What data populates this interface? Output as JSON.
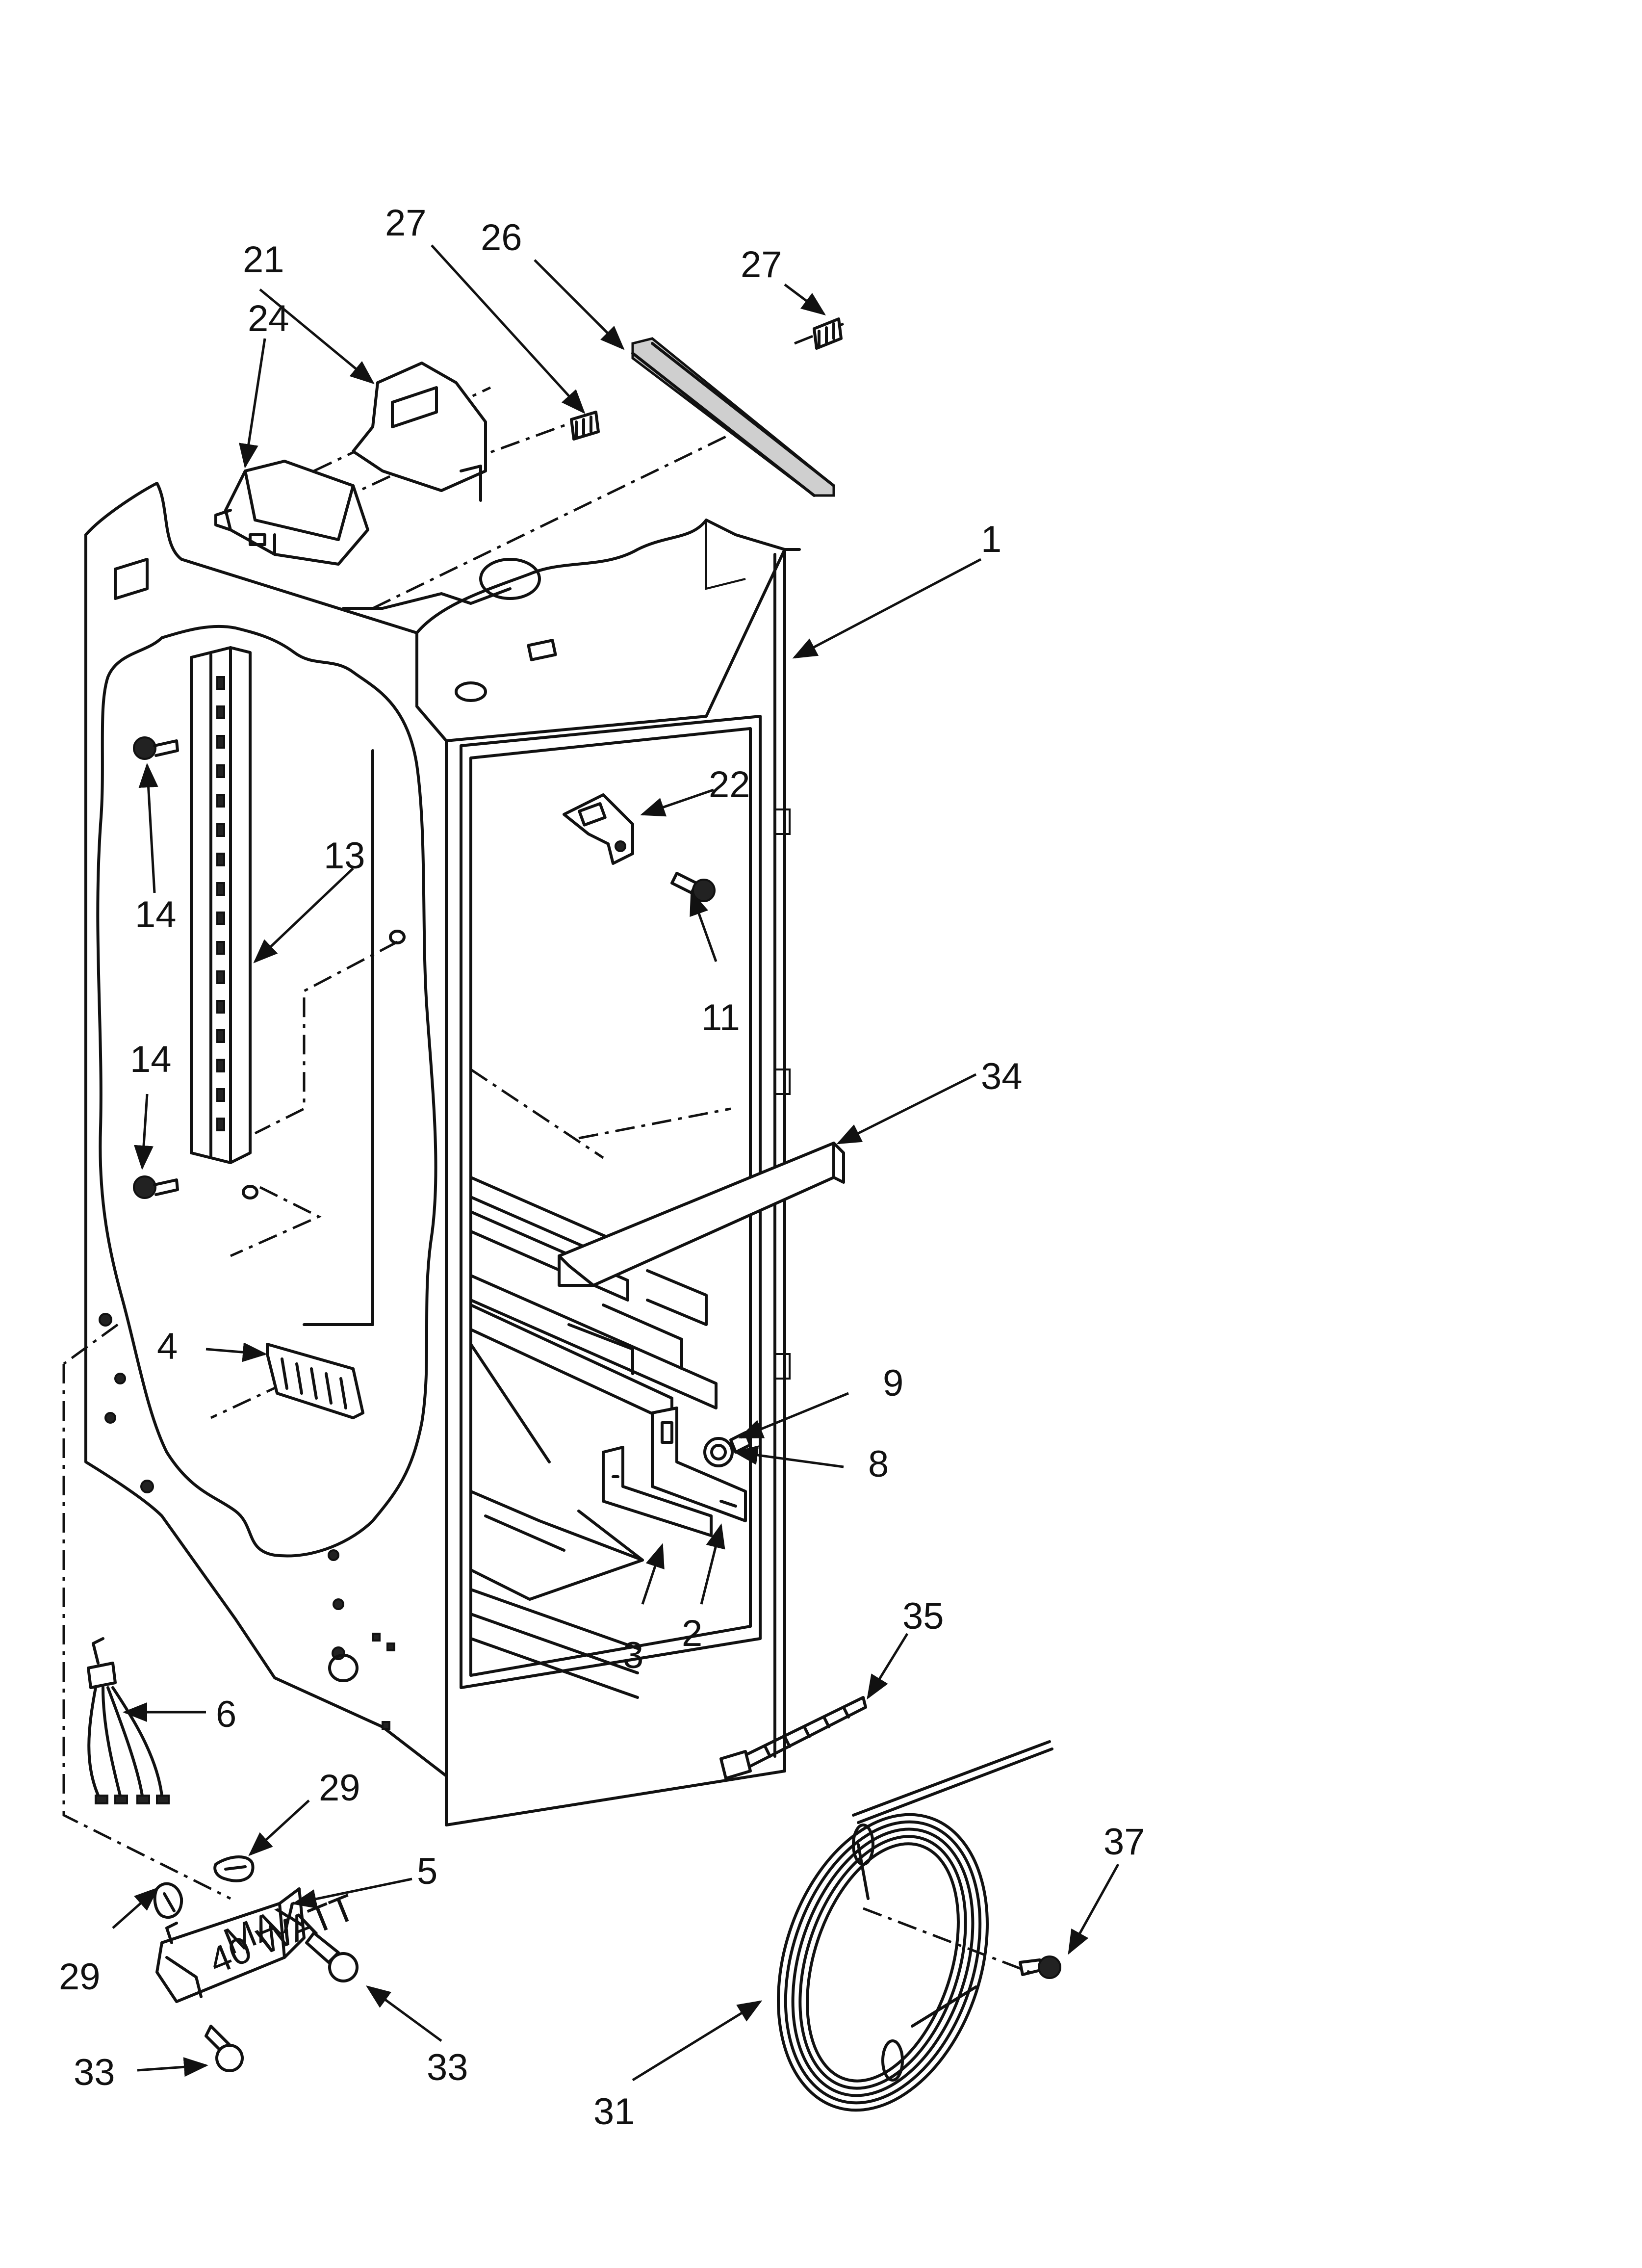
{
  "callouts": {
    "c1": "1",
    "c2": "2",
    "c3": "3",
    "c4": "4",
    "c5": "5",
    "c6": "6",
    "c8": "8",
    "c9": "9",
    "c11": "11",
    "c13": "13",
    "c14a": "14",
    "c14b": "14",
    "c21": "21",
    "c22": "22",
    "c24": "24",
    "c26": "26",
    "c27a": "27",
    "c27b": "27",
    "c29a": "29",
    "c29b": "29",
    "c31": "31",
    "c33a": "33",
    "c33b": "33",
    "c34": "34",
    "c35": "35",
    "c37": "37"
  },
  "part_labels": {
    "bulb_rating_line1": "MAX",
    "bulb_rating_line2": "40 WATT"
  }
}
